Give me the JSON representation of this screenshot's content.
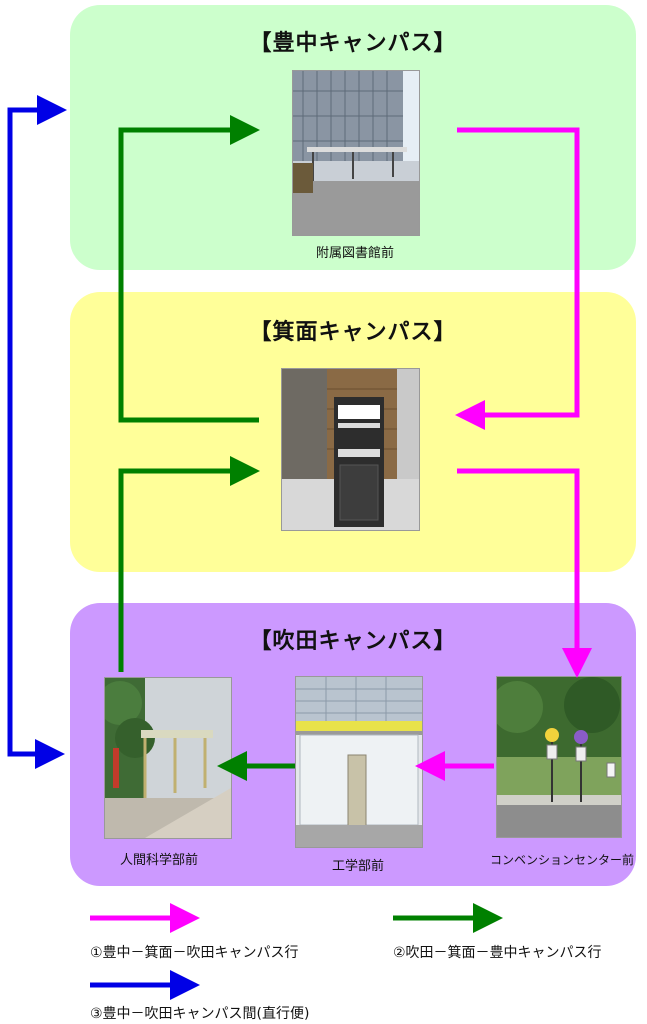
{
  "campuses": {
    "toyonaka": {
      "title": "【豊中キャンパス】",
      "stop": "附属図書館前"
    },
    "minoh": {
      "title": "【箕面キャンパス】"
    },
    "suita": {
      "title": "【吹田キャンパス】",
      "stops": [
        "人間科学部前",
        "工学部前",
        "コンベンションセンター前"
      ]
    }
  },
  "colors": {
    "route1": "#ff00ff",
    "route2": "#008000",
    "route3": "#0000e6"
  },
  "legend": [
    {
      "label": "①豊中－箕面－吹田キャンパス行",
      "color": "#ff00ff"
    },
    {
      "label": "②吹田－箕面－豊中キャンパス行",
      "color": "#008000"
    },
    {
      "label": "③豊中－吹田キャンパス間(直行便)",
      "color": "#0000e6"
    }
  ]
}
